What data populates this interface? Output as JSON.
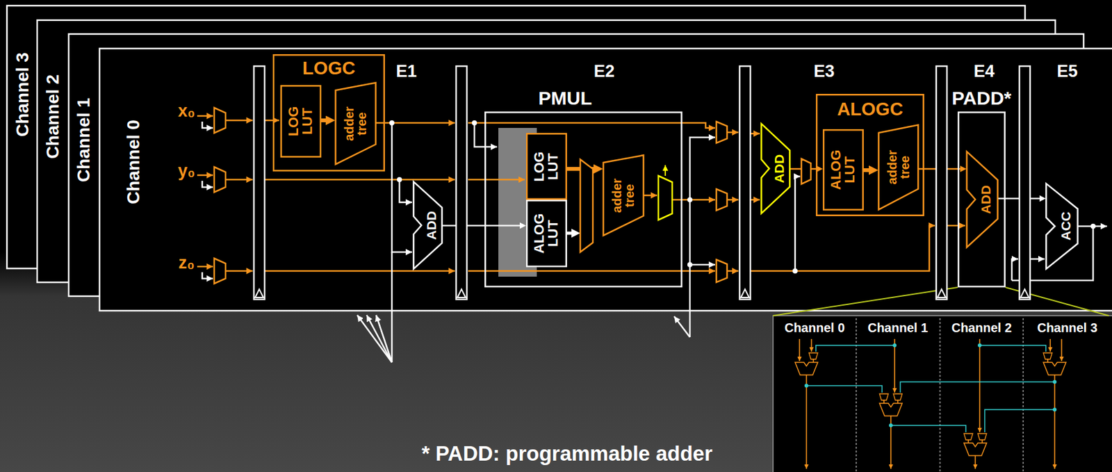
{
  "diagram": {
    "nodes": [
      {
        "text": [
          "Channel 3"
        ]
      },
      {
        "text": [
          "Channel 2"
        ]
      },
      {
        "text": [
          "Channel 1"
        ]
      },
      {
        "text": [
          "Channel 0"
        ]
      },
      {
        "text": [
          "LOGC"
        ],
        "in": 3
      },
      {
        "text": [
          "LOG LUT"
        ],
        "in": 4
      },
      {
        "text": [
          "adder tree"
        ],
        "in": 4
      },
      {
        "text": [
          "ADD"
        ],
        "in": 3
      },
      {
        "text": [
          "PMUL"
        ],
        "in": 3
      },
      {
        "text": [
          "LOG LUT"
        ],
        "in": 8
      },
      {
        "text": [
          "ALOG LUT"
        ],
        "in": 8
      },
      {
        "text": [
          "adder tree"
        ],
        "in": 8
      },
      {
        "text": [
          "ADD"
        ],
        "in": 3
      },
      {
        "text": [
          "ALOGC"
        ],
        "in": 3
      },
      {
        "text": [
          "ALOG LUT"
        ],
        "in": 13
      },
      {
        "text": [
          "adder tree"
        ],
        "in": 13
      },
      {
        "text": [
          "PADD*"
        ],
        "in": 3
      },
      {
        "text": [
          "ADD"
        ],
        "in": 16
      },
      {
        "text": [
          "ACC"
        ],
        "in": 3
      },
      {
        "text": [
          "Channel 0",
          "Channel 1",
          "Channel 2",
          "Channel 3"
        ]
      }
    ],
    "edges": [
      {
        "from": 5,
        "to": 6,
        "arrow": "to"
      },
      {
        "from": 9,
        "to": 11,
        "arrow": "to"
      },
      {
        "from": 7,
        "to": 10,
        "arrow": "to"
      },
      {
        "from": 14,
        "to": 15,
        "arrow": "to"
      },
      {
        "from": 12,
        "to": 14,
        "arrow": "to"
      },
      {
        "from": 15,
        "to": 17,
        "arrow": "to"
      },
      {
        "from": 17,
        "to": 18,
        "arrow": "to"
      },
      {
        "from": 16,
        "to": 19,
        "arrow": "none"
      }
    ],
    "labels": [
      "E1",
      "E2",
      "E3",
      "E4",
      "E5",
      "x₀",
      "y₀",
      "z₀",
      "* PADD: programmable adder"
    ]
  }
}
